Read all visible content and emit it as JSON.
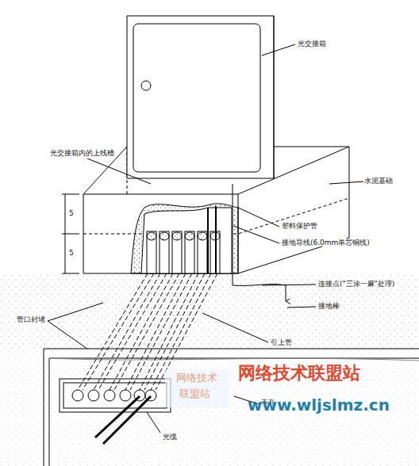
{
  "diagram": {
    "labels": [
      "光交接箱",
      "光交接箱内的上线槽",
      "水泥基础",
      "塑料保护管",
      "接地导线(6.0mm单芯铜线)",
      "连接点(\"三涂一麻\"处理)",
      "接地棒",
      "管口封堵",
      "引上管",
      "手孔",
      "光缆",
      "5",
      "5",
      "网络技术",
      "联盟站",
      "网络技术联盟站",
      "www.wljslmz.cn"
    ]
  }
}
